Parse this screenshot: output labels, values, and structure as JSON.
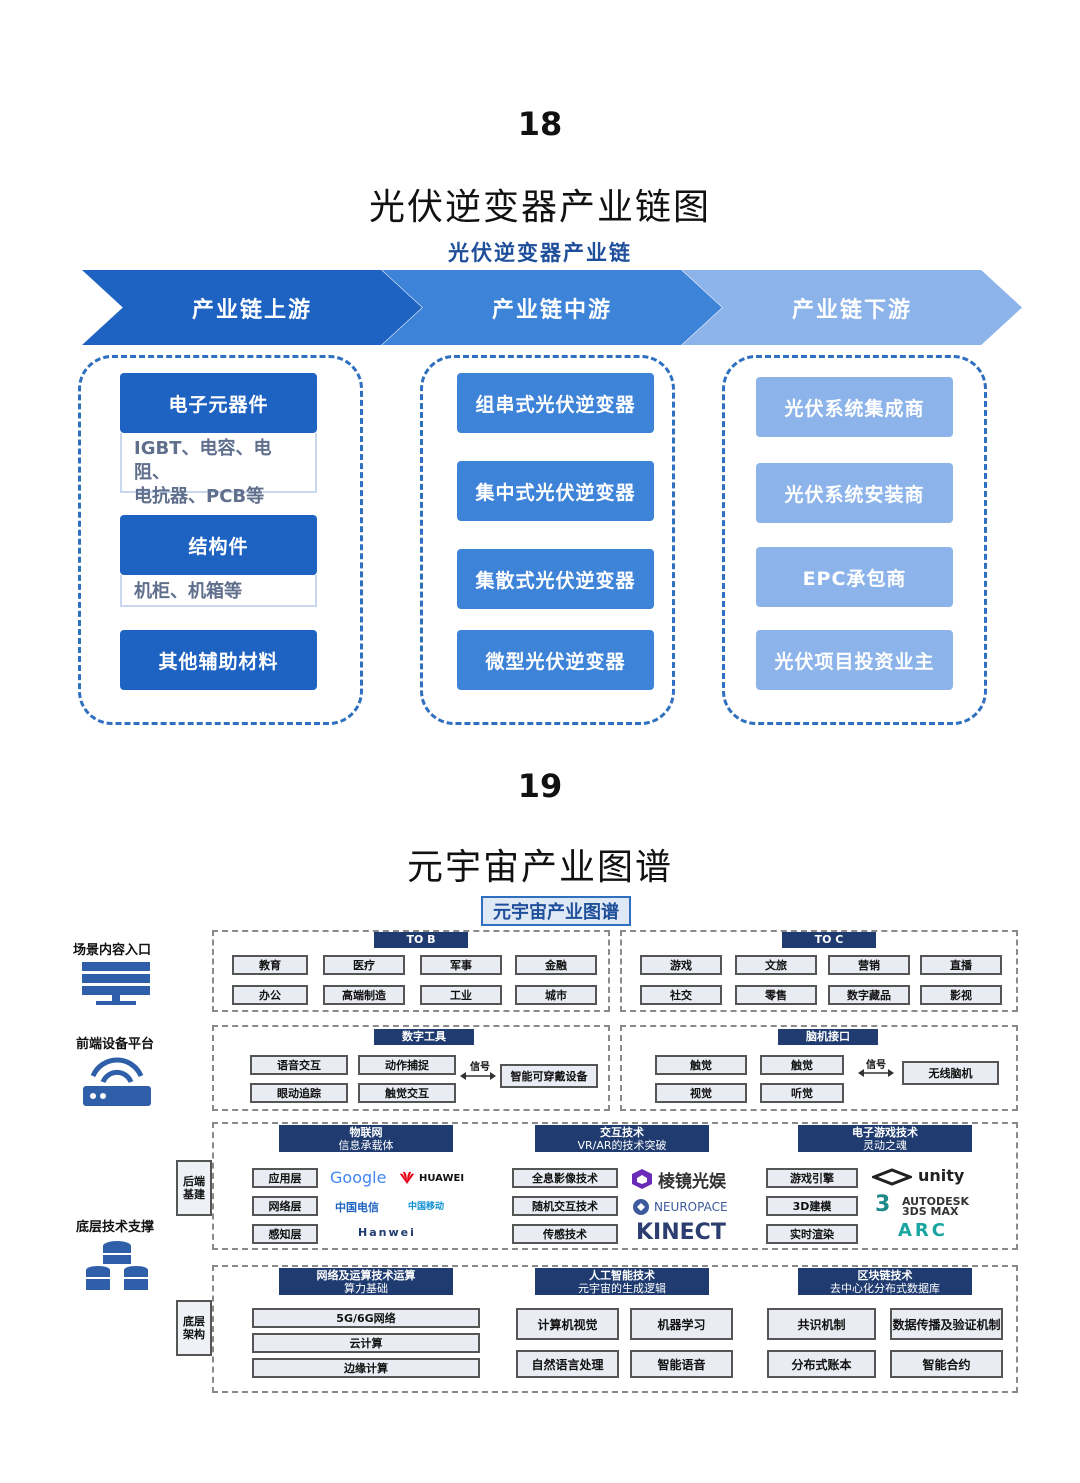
{
  "fig18": {
    "number": "18",
    "title": "光伏逆变器产业链图",
    "subtitle": "光伏逆变器产业链",
    "stages": [
      "产业链上游",
      "产业链中游",
      "产业链下游"
    ],
    "upstream": {
      "item1": "电子元器件",
      "item1_sub_line1": "IGBT、电容、电阻、",
      "item1_sub_line2": "电抗器、PCB等",
      "item2": "结构件",
      "item2_sub": "机柜、机箱等",
      "item3": "其他辅助材料"
    },
    "midstream": [
      "组串式光伏逆变器",
      "集中式光伏逆变器",
      "集散式光伏逆变器",
      "微型光伏逆变器"
    ],
    "downstream": [
      "光伏系统集成商",
      "光伏系统安装商",
      "EPC承包商",
      "光伏项目投资业主"
    ],
    "colors": {
      "dark": "#1f63c2",
      "mid": "#3d83d8",
      "light": "#8db4ea"
    }
  },
  "fig19": {
    "number": "19",
    "title": "元宇宙产业图谱",
    "subtitle": "元宇宙产业图谱",
    "left_labels": {
      "scene": "场景内容入口",
      "device": "前端设备平台",
      "tech": "底层技术支撑"
    },
    "side_tags": {
      "backend": "后端基建",
      "base": "底层架构"
    },
    "tob": {
      "header": "TO B",
      "items": [
        "教育",
        "医疗",
        "军事",
        "金融",
        "办公",
        "高端制造",
        "工业",
        "城市"
      ]
    },
    "toc": {
      "header": "TO C",
      "items": [
        "游戏",
        "文旅",
        "营销",
        "直播",
        "社交",
        "零售",
        "数字藏品",
        "影视"
      ]
    },
    "digital_tools": {
      "header": "数字工具",
      "items": [
        "语音交互",
        "动作捕捉",
        "眼动追踪",
        "触觉交互"
      ],
      "signal": "信号",
      "target": "智能可穿戴设备"
    },
    "bci": {
      "header": "脑机接口",
      "items": [
        "触觉",
        "触觉",
        "视觉",
        "听觉"
      ],
      "signal": "信号",
      "target": "无线脑机"
    },
    "iot": {
      "header": "物联网",
      "sub": "信息承载体",
      "layers": [
        "应用层",
        "网络层",
        "感知层"
      ],
      "logos": [
        "Google",
        "HUAWEI",
        "中国电信",
        "中国移动",
        "Hanwei"
      ]
    },
    "interaction": {
      "header": "交互技术",
      "sub": "VR/AR的技术突破",
      "items": [
        "全息影像技术",
        "随机交互技术",
        "传感技术"
      ],
      "logos": [
        "棱镜光娱",
        "NEUROPACE",
        "KINECT"
      ]
    },
    "gametech": {
      "header": "电子游戏技术",
      "sub": "灵动之魂",
      "items": [
        "游戏引擎",
        "3D建模",
        "实时渲染"
      ],
      "logos": [
        "unity",
        "AUTODESK",
        "3DS MAX",
        "ARC"
      ]
    },
    "network": {
      "header": "网络及运算技术运算",
      "sub": "算力基础",
      "items": [
        "5G/6G网络",
        "云计算",
        "边缘计算"
      ]
    },
    "ai": {
      "header": "人工智能技术",
      "sub": "元宇宙的生成逻辑",
      "items": [
        "计算机视觉",
        "机器学习",
        "自然语言处理",
        "智能语音"
      ]
    },
    "blockchain": {
      "header": "区块链技术",
      "sub": "去中心化分布式数据库",
      "items": [
        "共识机制",
        "数据传播及验证机制",
        "分布式账本",
        "智能合约"
      ]
    }
  }
}
